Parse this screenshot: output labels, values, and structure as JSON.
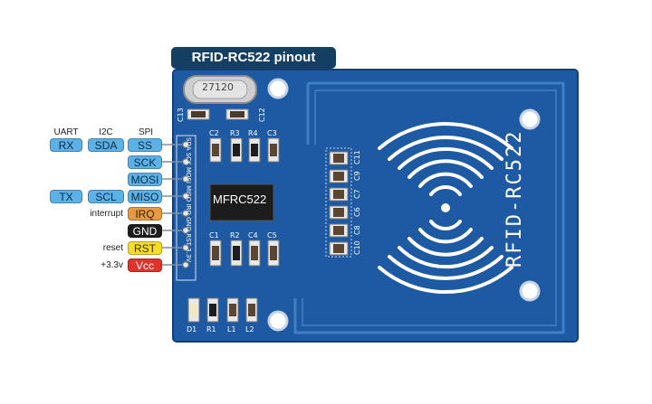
{
  "title": "RFID-RC522 pinout",
  "headers": {
    "uart": "UART",
    "i2c": "I2C",
    "spi": "SPI"
  },
  "pins": {
    "ss": "SS",
    "sck": "SCK",
    "mosi": "MOSI",
    "miso": "MISO",
    "irq": "IRQ",
    "gnd": "GND",
    "rst": "RST",
    "vcc": "Vcc"
  },
  "alt": {
    "rx": "RX",
    "sda": "SDA",
    "tx": "TX",
    "scl": "SCL"
  },
  "notes": {
    "interrupt": "interrupt",
    "reset": "reset",
    "voltage": "+3.3v"
  },
  "board": {
    "chip": "MFRC522",
    "brand": "RFID-RC522",
    "crystal": "27120",
    "header_text": "SDA SCK MOSI MISO IRQ GND RST 3.3V",
    "components": {
      "c13": "C13",
      "c12": "C12",
      "c2": "C2",
      "r3": "R3",
      "r4": "R4",
      "c3": "C3",
      "c1": "C1",
      "r2": "R2",
      "c4": "C4",
      "c5": "C5",
      "c11": "C11",
      "c9": "C9",
      "c7": "C7",
      "c6": "C6",
      "c8": "C8",
      "c10": "C10",
      "d1": "D1",
      "r1": "R1",
      "l1": "L1",
      "l2": "L2"
    }
  },
  "colors": {
    "board": "#1d5aa3",
    "title_bg": "#143e62",
    "spi": "#5cb2e6",
    "irq": "#e79a3f",
    "gnd": "#1d1d1d",
    "rst": "#f7dc2a",
    "vcc": "#e0332b"
  }
}
